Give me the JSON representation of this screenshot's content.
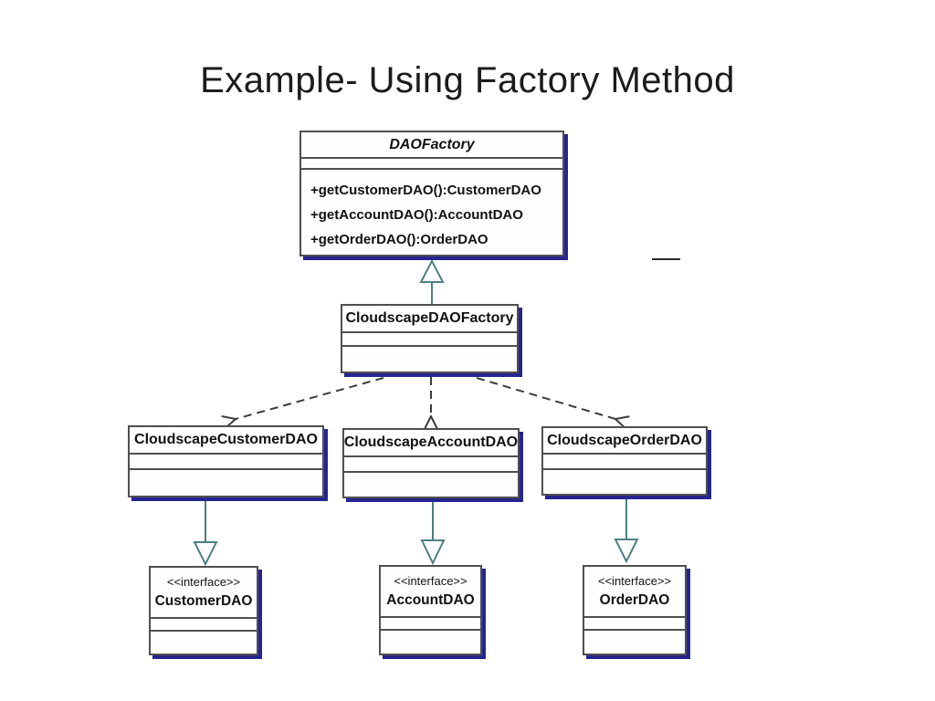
{
  "slide": {
    "title": "Example- Using Factory Method"
  },
  "diagram": {
    "stereotype": "<<interface>>",
    "classes": {
      "daoFactory": {
        "name": "DAOFactory",
        "methods": [
          "+getCustomerDAO():CustomerDAO",
          "+getAccountDAO():AccountDAO",
          "+getOrderDAO():OrderDAO"
        ]
      },
      "cloudscapeDAOFactory": {
        "name": "CloudscapeDAOFactory"
      },
      "cloudscapeCustomerDAO": {
        "name": "CloudscapeCustomerDAO"
      },
      "cloudscapeAccountDAO": {
        "name": "CloudscapeAccountDAO"
      },
      "cloudscapeOrderDAO": {
        "name": "CloudscapeOrderDAO"
      }
    },
    "interfaces": {
      "customerDAO": {
        "name": "CustomerDAO"
      },
      "accountDAO": {
        "name": "AccountDAO"
      },
      "orderDAO": {
        "name": "OrderDAO"
      }
    },
    "relationships": [
      {
        "type": "generalization",
        "from": "CloudscapeDAOFactory",
        "to": "DAOFactory"
      },
      {
        "type": "dependency",
        "from": "CloudscapeDAOFactory",
        "to": "CloudscapeCustomerDAO"
      },
      {
        "type": "dependency",
        "from": "CloudscapeDAOFactory",
        "to": "CloudscapeAccountDAO"
      },
      {
        "type": "dependency",
        "from": "CloudscapeDAOFactory",
        "to": "CloudscapeOrderDAO"
      },
      {
        "type": "realization",
        "from": "CloudscapeCustomerDAO",
        "to": "CustomerDAO"
      },
      {
        "type": "realization",
        "from": "CloudscapeAccountDAO",
        "to": "AccountDAO"
      },
      {
        "type": "realization",
        "from": "CloudscapeOrderDAO",
        "to": "OrderDAO"
      }
    ],
    "colors": {
      "box_shadow": "#25258f",
      "box_border": "#4f4f4f",
      "realization_arrow": "#4e8080",
      "dependency_arrow": "#3c3c3c",
      "text": "#111111",
      "background": "#ffffff"
    }
  }
}
